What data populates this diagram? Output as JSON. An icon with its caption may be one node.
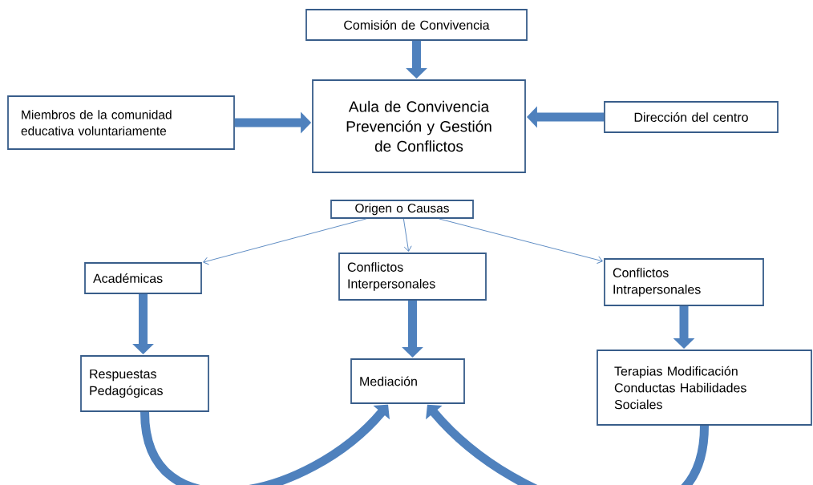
{
  "diagram": {
    "nodes": [
      {
        "text": [
          "Comisión de Convivencia"
        ]
      },
      {
        "text": [
          "Aula de Convivencia Prevención y Gestión de Conflictos"
        ]
      },
      {
        "text": [
          "Miembros de la comunidad educativa voluntariamente"
        ]
      },
      {
        "text": [
          "Dirección del centro"
        ]
      },
      {
        "text": [
          "Origen o Causas"
        ]
      },
      {
        "text": [
          "Académicas"
        ]
      },
      {
        "text": [
          "Conflictos Interpersonales"
        ]
      },
      {
        "text": [
          "Conflictos Intrapersonales"
        ]
      },
      {
        "text": [
          "Respuestas Pedagógicas"
        ]
      },
      {
        "text": [
          "Mediación"
        ]
      },
      {
        "text": [
          "Terapias Modificación Conductas Habilidades Sociales"
        ]
      }
    ],
    "edges": [
      {
        "from": 0,
        "to": 1,
        "arrow": "to"
      },
      {
        "from": 2,
        "to": 1,
        "arrow": "to"
      },
      {
        "from": 3,
        "to": 1,
        "arrow": "to"
      },
      {
        "from": 4,
        "to": 5,
        "arrow": "to"
      },
      {
        "from": 4,
        "to": 6,
        "arrow": "to"
      },
      {
        "from": 4,
        "to": 7,
        "arrow": "to"
      },
      {
        "from": 5,
        "to": 8,
        "arrow": "to"
      },
      {
        "from": 6,
        "to": 9,
        "arrow": "to"
      },
      {
        "from": 7,
        "to": 10,
        "arrow": "to"
      },
      {
        "from": 8,
        "to": 9,
        "arrow": "to"
      },
      {
        "from": 10,
        "to": 9,
        "arrow": "to"
      }
    ]
  }
}
